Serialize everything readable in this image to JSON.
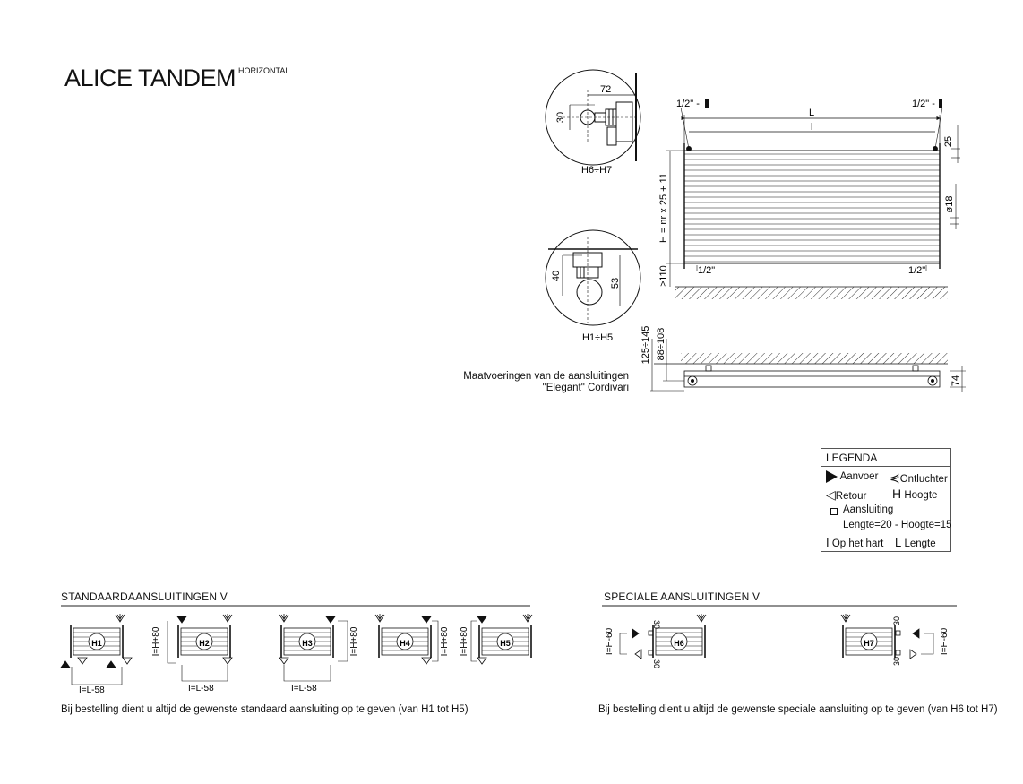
{
  "header": {
    "title": "ALICE TANDEM",
    "superscript": "HORIZONTAL"
  },
  "detail_top": {
    "dim_width": "72",
    "dim_height": "30",
    "label": "H6÷H7"
  },
  "detail_bottom": {
    "dim_left": "40",
    "dim_right": "53",
    "label": "H1÷H5"
  },
  "front_view": {
    "conn_left": "1/2\" -",
    "conn_right": "1/2\" -",
    "dim_L": "L",
    "dim_l": "l",
    "dim_25": "25",
    "dim_d18": "ø18",
    "dim_H": "H = nr x 25 + 11",
    "dim_110": "≥110",
    "bottom_left": "1/2\"",
    "bottom_right": "1/2\""
  },
  "side_view": {
    "dim_125": "125÷145",
    "dim_88": "88÷108",
    "dim_74": "74"
  },
  "caption": {
    "line1": "Maatvoeringen van de aansluitingen",
    "line2": "\"Elegant\" Cordivari"
  },
  "legend": {
    "title": "LEGENDA",
    "aanvoer": "Aanvoer",
    "ontluchter": "Ontluchter",
    "retour": "Retour",
    "hoogte_sym": "H",
    "hoogte": "Hoogte",
    "aansluiting": "Aansluiting",
    "aansluiting_dims": "Lengte=20 - Hoogte=15",
    "hart_sym": "I",
    "hart": "Op het hart",
    "lengte_sym": "L",
    "lengte": "Lengte"
  },
  "standard": {
    "title": "STANDAARDAANSLUITINGEN V",
    "h1": "H1",
    "h2": "H2",
    "h3": "H3",
    "h4": "H4",
    "h5": "H5",
    "l58": "I=L-58",
    "h80": "I=H+80",
    "note": "Bij bestelling dient u altijd de gewenste standaard aansluiting op te geven (van H1 tot H5)"
  },
  "special": {
    "title": "SPECIALE AANSLUITINGEN V",
    "h6": "H6",
    "h7": "H7",
    "h60": "I=H-60",
    "d30": "30",
    "note": "Bij bestelling dient u altijd de gewenste speciale aansluiting op te geven (van H6 tot H7)"
  }
}
